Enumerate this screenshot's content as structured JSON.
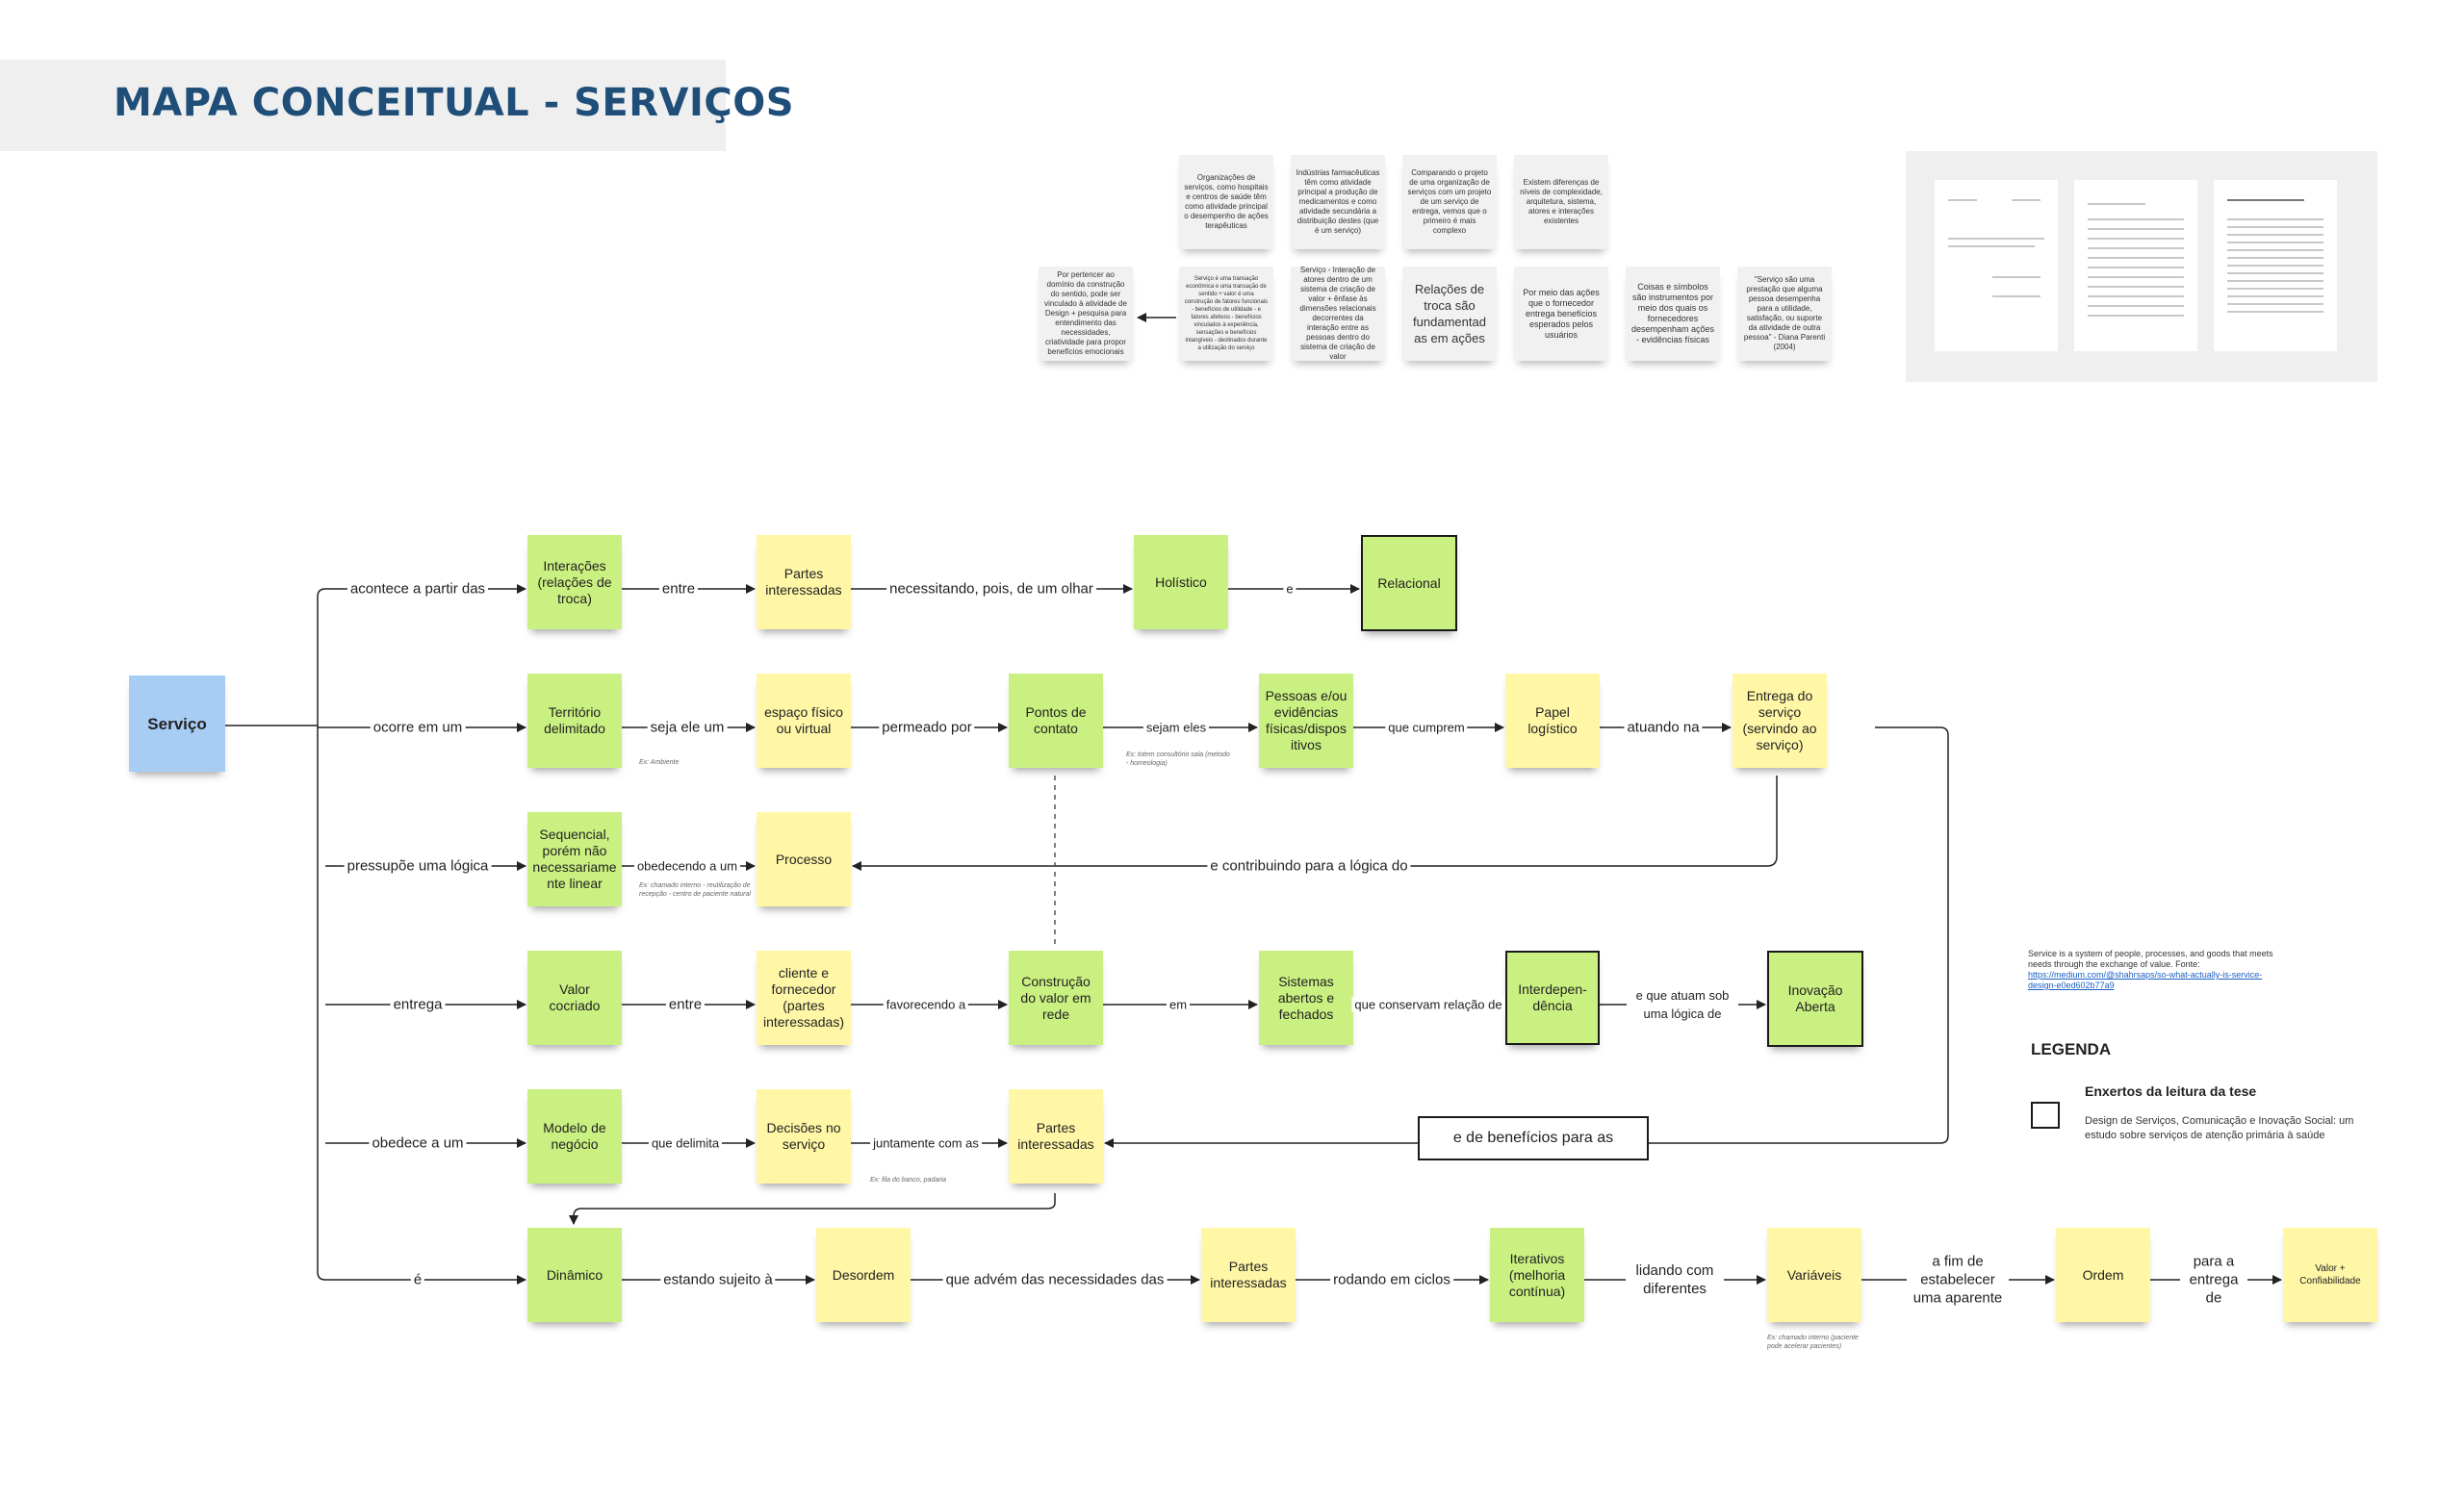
{
  "title": "MAPA CONCEITUAL - SERVIÇOS",
  "colors": {
    "green": "#c9f080",
    "yellow": "#fff7a6",
    "blue": "#a8cdf5",
    "title": "#1f4e79"
  },
  "top_notes": [
    "Organizações de serviços, como hospitais e centros de saúde têm como atividade principal o desempenho de ações terapêuticas",
    "Indústrias farmacêuticas têm como atividade principal a produção de medicamentos e como atividade secundária a distribuição destes (que é um serviço)",
    "Comparando o projeto de uma organização de serviços com um projeto de um serviço de entrega, vemos que o primeiro é mais complexo",
    "Existem diferenças de níveis de complexidade, arquitetura, sistema, atores e interações existentes",
    "Por pertencer ao domínio da construção do sentido, pode ser vinculado à atividade de Design + pesquisa para entendimento das necessidades, criatividade para propor benefícios emocionais",
    "Serviço é uma transação econômica e uma transação de sentido + valor é uma construção de fatores funcionais - benefícios de utilidade - e fatores afetivos - benefícios vinculados à experiência, sensações e benefícios intangíveis - destinados durante a utilização do serviço",
    "Serviço - Interação de atores dentro de um sistema de criação de valor + ênfase às dimensões relacionais decorrentes da interação entre as pessoas dentro do sistema de criação de valor",
    "Relações de troca são fundamentad as em ações",
    "Por meio das ações que o fornecedor entrega benefícios esperados pelos usuários",
    "Coisas e símbolos são instrumentos por meio dos quais os fornecedores desempenham ações - evidências físicas",
    "\"Serviço são uma prestação que alguma pessoa desempenha para a utilidade, satisfação, ou suporte da atividade de outra pessoa\" - Diana Parenti (2004)"
  ],
  "nodes": {
    "servico": "Serviço",
    "interacoes": "Interações (relações de troca)",
    "partes1": "Partes interessadas",
    "holistico": "Holístico",
    "relacional": "Relacional",
    "territorio": "Território delimitado",
    "espaco": "espaço físico ou virtual",
    "pontos": "Pontos de contato",
    "pessoas": "Pessoas e/ou evidências físicas/dispos itivos",
    "papel": "Papel logístico",
    "entrega_servico": "Entrega do serviço (servindo ao serviço)",
    "sequencial": "Sequencial, porém não necessariame nte linear",
    "processo": "Processo",
    "valor": "Valor cocriado",
    "cliente": "cliente e fornecedor (partes interessadas)",
    "construcao": "Construção do valor em rede",
    "sistemas": "Sistemas abertos e fechados",
    "interdep": "Interdepen-dência",
    "inovacao": "Inovação Aberta",
    "modelo": "Modelo de negócio",
    "decisoes": "Decisões no serviço",
    "partes2": "Partes interessadas",
    "dinamico": "Dinâmico",
    "desordem": "Desordem",
    "partes3": "Partes interessadas",
    "iterativos": "Iterativos (melhoria contínua)",
    "variaveis": "Variáveis",
    "ordem": "Ordem",
    "valor_conf": "Valor + Confiabilidade"
  },
  "links": {
    "acontece": "acontece a partir das",
    "entre1": "entre",
    "necessitando": "necessitando, pois, de um olhar",
    "e": "e",
    "ocorre": "ocorre em um",
    "seja": "seja ele um",
    "permeado": "permeado por",
    "sejam": "sejam eles",
    "cumprem": "que cumprem",
    "atuando": "atuando na",
    "pressupoe": "pressupõe uma lógica",
    "obedecendo": "obedecendo a um",
    "contribuindo": "e contribuindo para a lógica do",
    "entrega": "entrega",
    "entre2": "entre",
    "favorecendo": "favorecendo a",
    "em": "em",
    "conservam": "que conservam relação de",
    "atuam": "e que atuam sob uma lógica de",
    "obedece": "obedece a um",
    "delimita": "que delimita",
    "juntamente": "juntamente com as",
    "beneficios": "e de benefícios para as",
    "e_acento": "é",
    "sujeito": "estando sujeito à",
    "advem": "que advém das necessidades das",
    "rodando": "rodando em ciclos",
    "lidando": "lidando com diferentes",
    "afim": "a fim de estabelecer uma aparente",
    "paraentrega": "para a entrega de"
  },
  "examples": {
    "ex_ambiente": "Ex: Ambiente",
    "ex_pontos": "Ex: totem consultório sala (metodo - homeologia)",
    "ex_sequencial": "Ex: chamado interno - reutilização de recepção - centro de paciente natural",
    "ex_decisoes": "Ex: fila do banco, padaria",
    "ex_variaveis": "Ex: chamado interno (paciente pode acelerar pacientes)"
  },
  "quote": {
    "text": "Service is a system of people, processes, and goods that meets needs through the exchange of value. Fonte:",
    "link": "https://medium.com/@shahrsaps/so-what-actually-is-service-design-e0ed602b77a9"
  },
  "legend": {
    "title": "LEGENDA",
    "item_title": "Enxertos da leitura da tese",
    "item_text": "Design de Serviços, Comunicação e Inovação Social: um estudo sobre serviços de atenção primária à saúde"
  }
}
